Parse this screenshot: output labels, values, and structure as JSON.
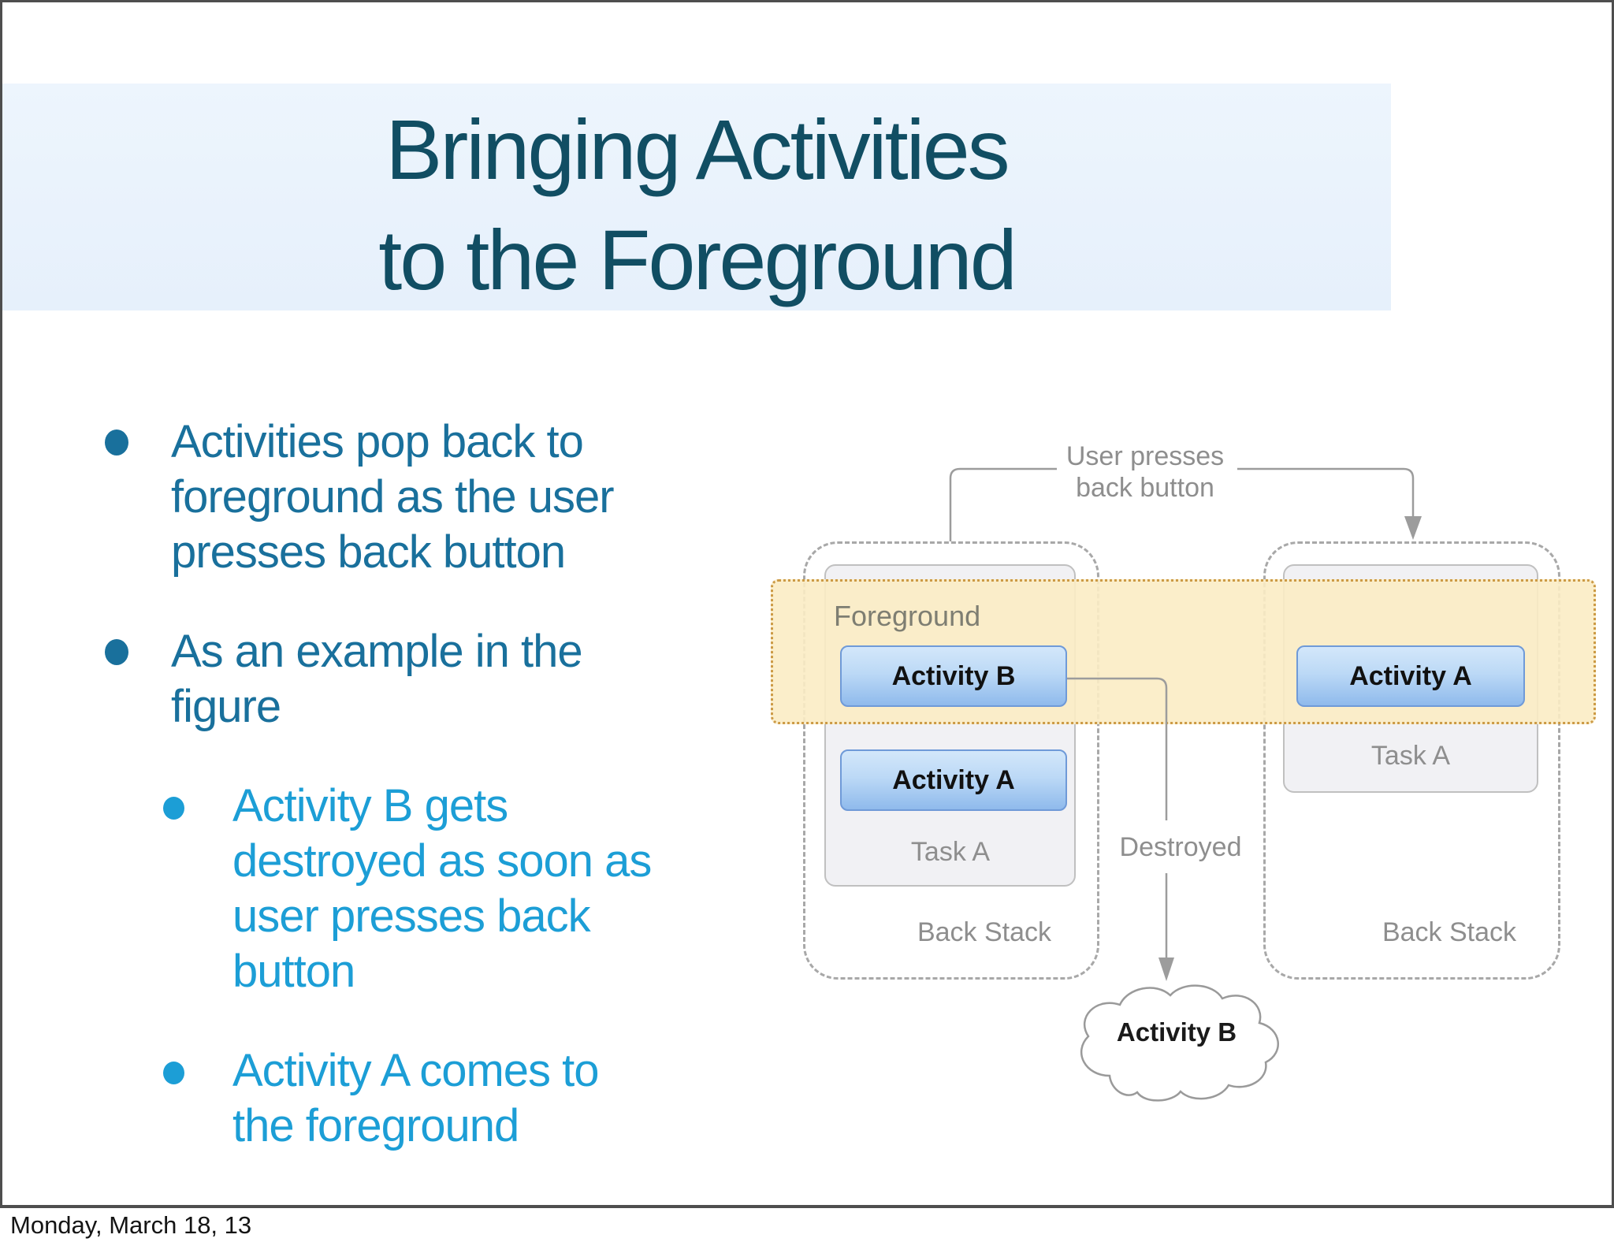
{
  "slide": {
    "title": "Bringing Activities\nto the Foreground",
    "footer": "Monday, March 18, 13",
    "bullets": [
      {
        "level": 1,
        "text": "Activities pop back to\nforeground as the user\npresses back button"
      },
      {
        "level": 1,
        "text": "As an example in the\nfigure"
      },
      {
        "level": 2,
        "text": "Activity B gets\ndestroyed as soon as\nuser presses back\nbutton"
      },
      {
        "level": 2,
        "text": "Activity A comes to\nthe foreground"
      }
    ],
    "diagram": {
      "back_press_label": "User presses\nback button",
      "foreground_label": "Foreground",
      "destroyed_label": "Destroyed",
      "destroyed_activity": "Activity B",
      "left_stack": {
        "activities": [
          "Activity B",
          "Activity A"
        ],
        "task_label": "Task A",
        "stack_label": "Back Stack"
      },
      "right_stack": {
        "activities": [
          "Activity A"
        ],
        "task_label": "Task A",
        "stack_label": "Back Stack"
      }
    },
    "colors": {
      "title_text": "#114e63",
      "banner_bg": "#eaf3fc",
      "bullet_level1": "#19709c",
      "bullet_level2": "#1c9ed6",
      "foreground_band_fill": "#fbecc4",
      "foreground_band_border": "#cc9a45",
      "activity_btn_top": "#d3e7fa",
      "activity_btn_bottom": "#8fbaec",
      "activity_btn_border": "#6f9ad8",
      "connector_gray": "#9c9c9c"
    }
  }
}
